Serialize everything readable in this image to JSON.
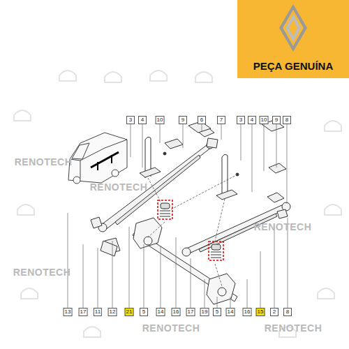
{
  "diagram": {
    "labels": [
      "PEÇA GENUÍNA",
      "RENOTECH",
      "RENOTECH",
      "RENOTECH",
      "RENOTECH",
      "RENOTECH",
      "RENOTECH",
      "3",
      "4",
      "10",
      "9",
      "6",
      "7",
      "3",
      "4",
      "10",
      "9",
      "8",
      "13",
      "17",
      "11",
      "12",
      "21",
      "5",
      "14",
      "16",
      "17",
      "19",
      "5",
      "14",
      "16",
      "15",
      "2",
      "8"
    ]
  }
}
